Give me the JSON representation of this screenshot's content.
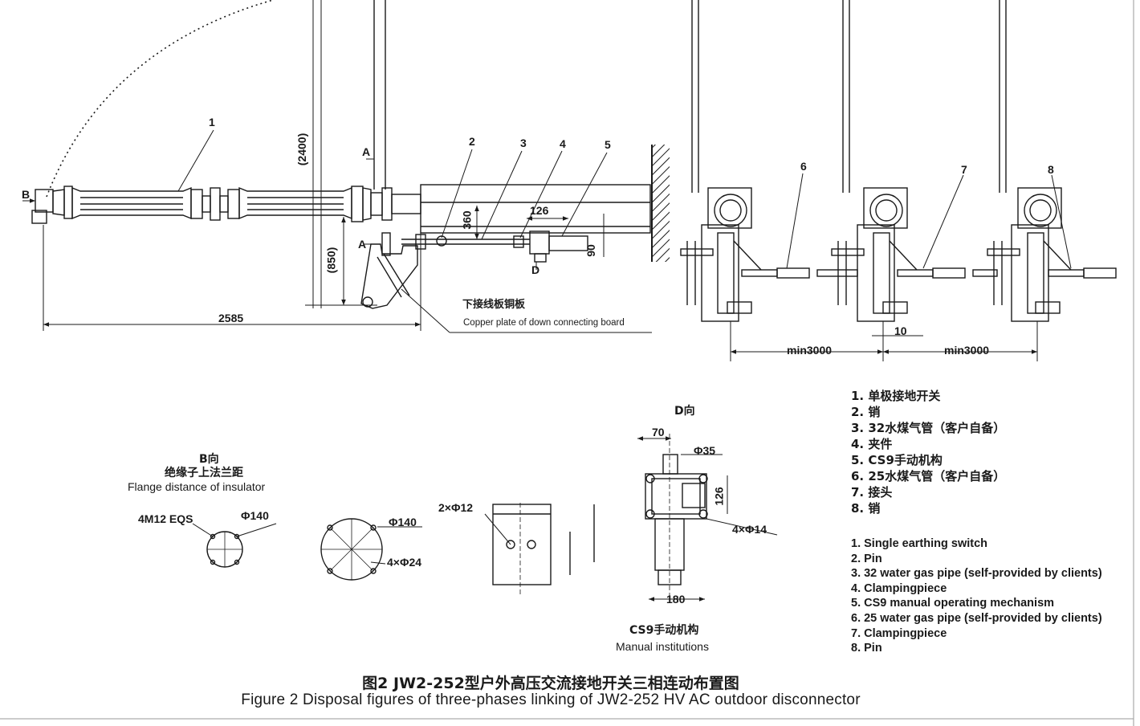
{
  "part_numbers": [
    "1",
    "2",
    "3",
    "4",
    "5",
    "6",
    "7",
    "8"
  ],
  "arrow_labels": {
    "b_arrow": "B",
    "a_top": "A",
    "a_bottom": "A",
    "d_label": "D"
  },
  "dimensions": {
    "d2400": "(2400)",
    "d850": "(850)",
    "d2585": "2585",
    "d360": "360",
    "d126a": "126",
    "d90": "90",
    "d10": "10",
    "min3000a": "min3000",
    "min3000b": "min3000",
    "d70": "70",
    "phi35": "Φ35",
    "d126b": "126",
    "four_phi14": "4×Φ14",
    "d180": "180",
    "four_m12": "4M12 EQS",
    "phi140a": "Φ140",
    "phi140b": "Φ140",
    "four_phi24": "4×Φ24",
    "two_phi12": "2×Φ12"
  },
  "copper_plate": {
    "cn": "下接线板铜板",
    "en": "Copper plate of down connecting board"
  },
  "view_b": {
    "title": "B向",
    "cn": "绝缘子上法兰距",
    "en": "Flange distance of insulator"
  },
  "view_d": {
    "title": "D向",
    "cn": "CS9手动机构",
    "en": "Manual institutions"
  },
  "legend_cn": [
    "1. 单极接地开关",
    "2. 销",
    "3. 32水煤气管（客户自备）",
    "4. 夹件",
    "5. CS9手动机构",
    "6. 25水煤气管（客户自备）",
    "7. 接头",
    "8. 销"
  ],
  "legend_en": [
    "1. Single earthing switch",
    "2. Pin",
    "3. 32 water gas pipe (self-provided by clients)",
    "4. Clampingpiece",
    "5. CS9 manual operating mechanism",
    "6. 25 water gas pipe (self-provided by clients)",
    "7. Clampingpiece",
    "8. Pin"
  ],
  "caption": {
    "cn": "图2 JW2-252型户外高压交流接地开关三相连动布置图",
    "en": "Figure 2 Disposal figures of three-phases linking of JW2-252 HV AC outdoor disconnector"
  }
}
